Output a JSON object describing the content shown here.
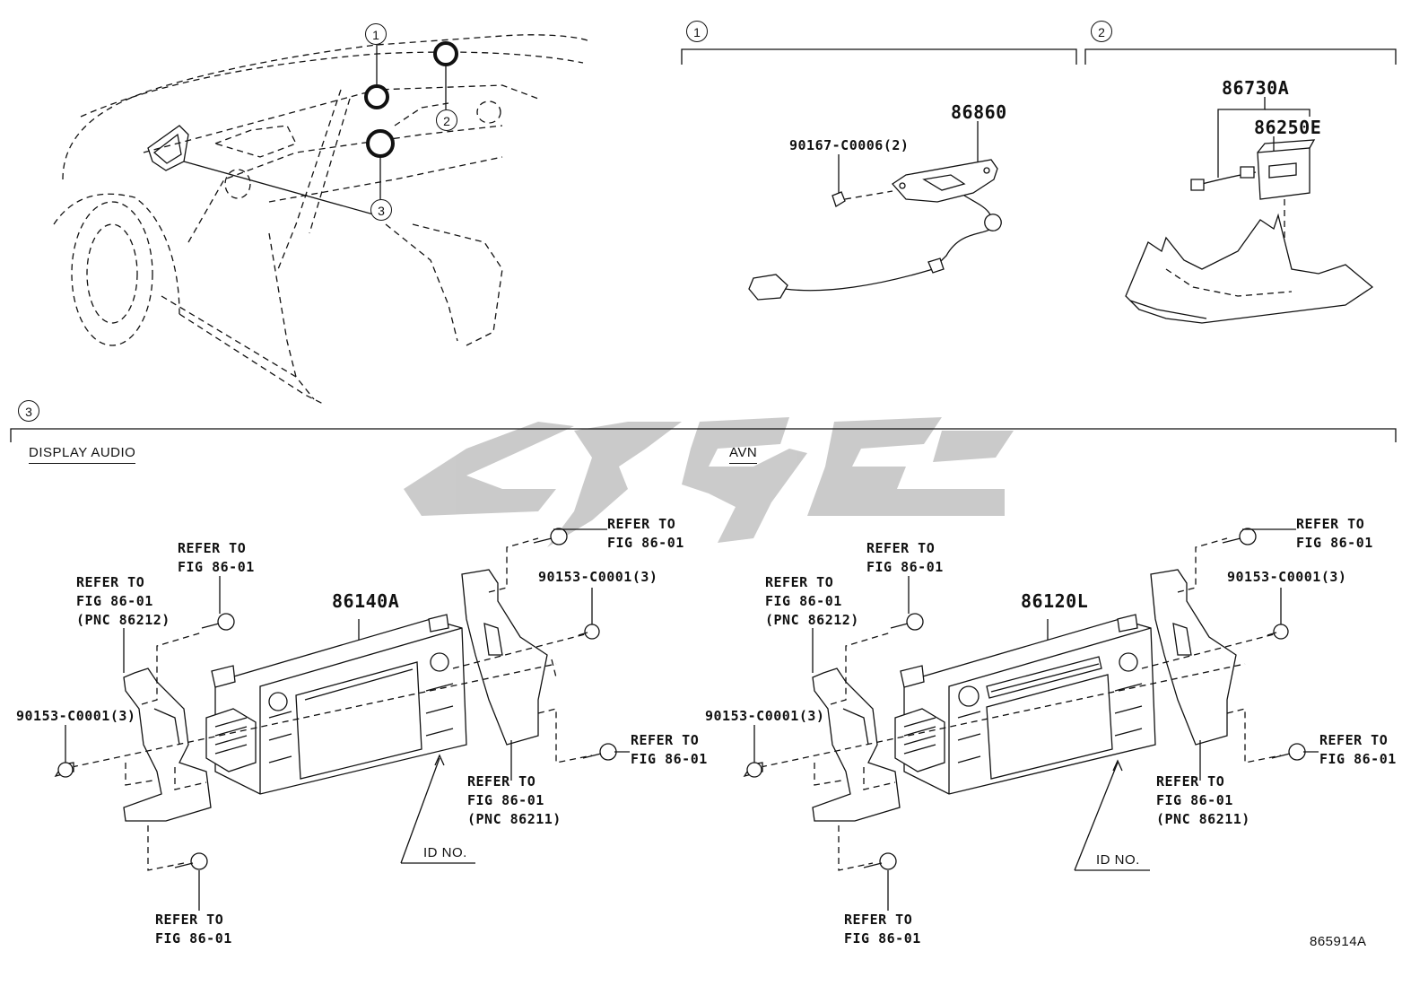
{
  "callouts": {
    "c1": "1",
    "c2": "2",
    "c3": "3"
  },
  "headers": {
    "display_audio": "DISPLAY AUDIO",
    "avn": "AVN"
  },
  "top_parts": {
    "p86860": "86860",
    "p90167": "90167-C0006(2)",
    "p86730A": "86730A",
    "p86250E": "86250E"
  },
  "left": {
    "main_part": "86140A",
    "bolt_left": "90153-C0001(3)",
    "bolt_right": "90153-C0001(3)",
    "refer_top_mid": [
      "REFER TO",
      "FIG 86-01"
    ],
    "refer_top_left": [
      "REFER TO",
      "FIG 86-01",
      "(PNC 86212)"
    ],
    "refer_top_right": [
      "REFER TO",
      "FIG 86-01"
    ],
    "refer_right": [
      "REFER TO",
      "FIG 86-01"
    ],
    "refer_bottom_right": [
      "REFER TO",
      "FIG 86-01",
      "(PNC 86211)"
    ],
    "refer_bottom": [
      "REFER TO",
      "FIG 86-01"
    ],
    "id_no": "ID NO."
  },
  "right": {
    "main_part": "86120L",
    "bolt_left": "90153-C0001(3)",
    "bolt_right": "90153-C0001(3)",
    "refer_top_mid": [
      "REFER TO",
      "FIG 86-01"
    ],
    "refer_top_left": [
      "REFER TO",
      "FIG 86-01",
      "(PNC 86212)"
    ],
    "refer_top_right": [
      "REFER TO",
      "FIG 86-01"
    ],
    "refer_right": [
      "REFER TO",
      "FIG 86-01"
    ],
    "refer_bottom_right": [
      "REFER TO",
      "FIG 86-01",
      "(PNC 86211)"
    ],
    "refer_bottom": [
      "REFER TO",
      "FIG 86-01"
    ],
    "id_no": "ID NO."
  },
  "figure_id": "865914A",
  "watermark": "logo"
}
